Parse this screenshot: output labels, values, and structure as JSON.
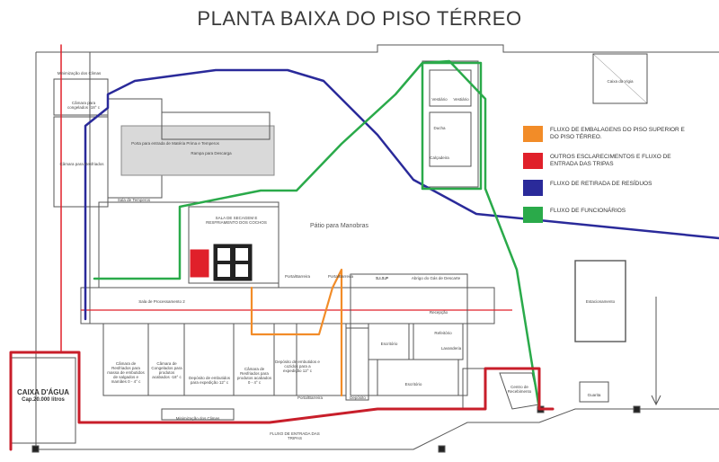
{
  "title": "PLANTA BAIXA DO PISO TÉRREO",
  "legend": [
    {
      "color": "#f28c28",
      "text": "FLUXO DE EMBALAGENS DO PISO SUPERIOR E DO PISO TÉRREO."
    },
    {
      "color": "#e0202a",
      "text": "OUTROS ESCLARECIMENTOS e FLUXO DE ENTRADA DAS TRIPAS"
    },
    {
      "color": "#2a2a9a",
      "text": "FLUXO DE RETIRADA DE RESÍDUOS"
    },
    {
      "color": "#2aaa4a",
      "text": "FLUXO DE FUNCIONÁRIOS"
    }
  ],
  "labels": {
    "patio": "Pátio para Manobras",
    "caixa_agua": "CAIXA D'ÁGUA",
    "caixa_cap": "Cap.20.000 litros",
    "sala_secagem": "SALA DE SECAGEM E RESFRIAMENTO DOS COCHOS",
    "sala_processamento": "Sala de Processamento 2",
    "sisp": "S.I.S.P",
    "minimizacao": "Minimização dos Climas",
    "minimizacao_bottom": "Minimização dos Climas",
    "camara_congelados": "Câmara para congelados -18° c",
    "porta_entrada": "Porta para entrada de Matéria Prima e Temperos",
    "rampa": "Rampa para Descarga",
    "sala_temperos": "Sala de Temperos",
    "camara_resfriados": "Câmara para Resfriados",
    "fluxo_entrada": "FLUXO DE ENTRADA DAS TRIPAS",
    "caixa_vigia": "Caixa da Vigia",
    "estacionamento": "Estacionamento",
    "escritorio": "Escritório",
    "recepcao": "Recepção",
    "guarita": "Guarita",
    "centro_recebimento": "Centro de Recebimento",
    "cam1": "Câmara de Resfriados para massa de embutidos de salgados e mamães 0 - 4° c",
    "cam2": "Câmara de Congelados para produtos acabados -18° c",
    "cam3": "Depósito de embutidos para expedição 12° c",
    "cam4": "Câmara de Resfriados para produtos acabados 0 - 4° c",
    "cam5": "Depósito de embutidos e cozidos para a expedição 12° c",
    "vestiario": "Vestiário",
    "ducha": "Ducha",
    "lavanderia": "Lavanderia",
    "calcadeira": "Calçadeira",
    "refeitorio": "Refeitório",
    "deposito": "Depósito",
    "porta_barreira": "Porta/Barreira",
    "abrigo_gas": "Abrigo do Gás de Descarte"
  }
}
